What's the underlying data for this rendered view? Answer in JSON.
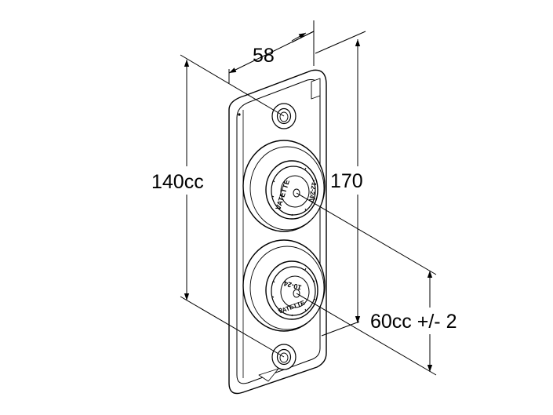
{
  "dimensions": {
    "width_label": "58",
    "height_label": "170",
    "mount_spacing_label": "140cc",
    "socket_spacing_label": "60cc +/- 2"
  },
  "sockets": {
    "upper": {
      "brand": "VATETTE",
      "rating": "12-24V"
    },
    "lower": {
      "brand": "VATETTE",
      "rating": "10-24"
    }
  }
}
